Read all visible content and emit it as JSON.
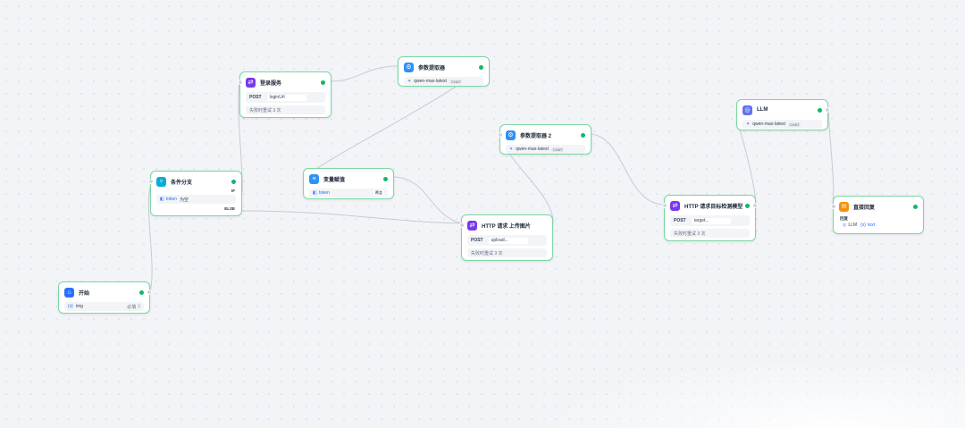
{
  "colors": {
    "edge": "#c5ccd6",
    "node_border": "#7cd6a3",
    "success": "#12b76a",
    "start_icon": "#2970ff",
    "ifelse_icon": "#06aed4",
    "http_icon": "#7839ee",
    "param_icon": "#2e90fa",
    "assigner_icon": "#2e90fa",
    "llm_icon": "#6172f3",
    "answer_icon": "#f79009"
  },
  "nodes": {
    "start": {
      "title": "开始",
      "icon": "home-icon",
      "var_label": "img",
      "var_type": "必填",
      "var_prefix": "{x}"
    },
    "ifelse": {
      "title": "条件分支",
      "icon": "branch-icon",
      "if_label": "IF",
      "cond_var": "token",
      "cond_op": "为空",
      "else_label": "ELSE"
    },
    "login": {
      "title": "登录服务",
      "icon": "http-icon",
      "method": "POST",
      "url": "loginUrl",
      "retry": "失败时重试 3 次"
    },
    "param1": {
      "title": "参数提取器",
      "icon": "param-extractor-icon",
      "model": "qwen-max-latest",
      "mode": "CHAT"
    },
    "assigner": {
      "title": "变量赋值",
      "icon": "assigner-icon",
      "var": "token",
      "op": "覆盖"
    },
    "upload": {
      "title": "HTTP 请求 上传图片",
      "icon": "http-icon",
      "method": "POST",
      "url": "upload...",
      "retry": "失败时重试 3 次"
    },
    "param2": {
      "title": "参数提取器 2",
      "icon": "param-extractor-icon",
      "model": "qwen-max-latest",
      "mode": "CHAT"
    },
    "detect": {
      "title": "HTTP 请求目标检测模型",
      "icon": "http-icon",
      "method": "POST",
      "url": "target...",
      "retry": "失败时重试 3 次"
    },
    "llm": {
      "title": "LLM",
      "icon": "llm-icon",
      "model": "qwen-max-latest",
      "mode": "CHAT"
    },
    "answer": {
      "title": "直接回复",
      "icon": "answer-icon",
      "label": "回复",
      "ref_node": "LLM",
      "ref_var": "text"
    }
  }
}
